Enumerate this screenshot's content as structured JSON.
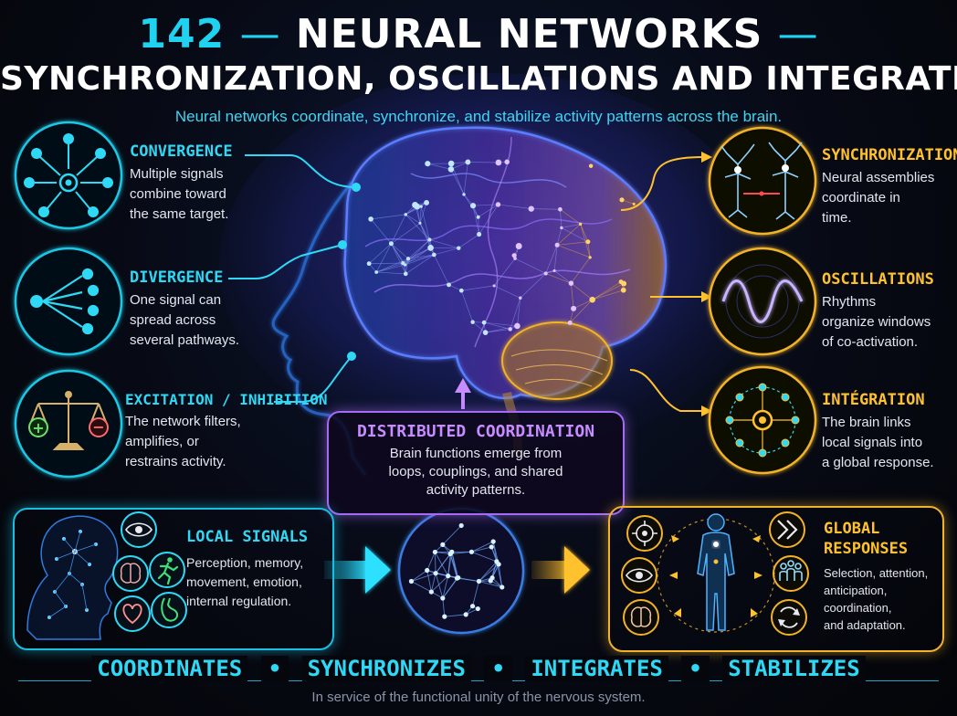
{
  "title": {
    "number": "142",
    "dash_left": "—",
    "main": "NEURAL NETWORKS",
    "dash_right": "—",
    "line2": "SYNCHRONIZATION, OSCILLATIONS AND INTEGRATION",
    "subtitle": "Neural networks coordinate, synchronize, and stabilize activity patterns across the brain."
  },
  "left_items": [
    {
      "title": "CONVERGENCE",
      "lines": [
        "Multiple signals",
        "combine toward",
        "the same target."
      ],
      "icon": "convergence-icon"
    },
    {
      "title": "DIVERGENCE",
      "lines": [
        "One signal can",
        "spread across",
        "several pathways."
      ],
      "icon": "divergence-icon"
    },
    {
      "title": "EXCITATION / INHIBITION",
      "lines": [
        "The network filters,",
        "amplifies, or",
        "restrains activity."
      ],
      "icon": "balance-scale-icon"
    }
  ],
  "right_items": [
    {
      "title": "SYNCHRONIZATION",
      "lines": [
        "Neural assemblies",
        "coordinate in",
        "time."
      ],
      "icon": "neurons-icon"
    },
    {
      "title": "OSCILLATIONS",
      "lines": [
        "Rhythms",
        "organize windows",
        "of co-activation."
      ],
      "icon": "wave-icon"
    },
    {
      "title": "INTÉGRATION",
      "lines": [
        "The brain links",
        "local signals into",
        "a global response."
      ],
      "icon": "network-hub-icon"
    }
  ],
  "center": {
    "title": "DISTRIBUTED COORDINATION",
    "lines": [
      "Brain functions emerge from",
      "loops, couplings, and shared",
      "activity patterns."
    ]
  },
  "local": {
    "title": "LOCAL SIGNALS",
    "lines": [
      "Perception, memory,",
      "movement, emotion,",
      "internal regulation."
    ],
    "icons": [
      "eye-icon",
      "brain-icon",
      "running-person-icon",
      "heart-icon",
      "stomach-icon"
    ]
  },
  "global": {
    "title_lines": [
      "GLOBAL",
      "RESPONSES"
    ],
    "lines": [
      "Selection, attention,",
      "anticipation,",
      "coordination,",
      "and adaptation."
    ],
    "icons": [
      "target-icon",
      "chevrons-icon",
      "eye-icon",
      "group-icon",
      "brain-icon",
      "cycle-icon"
    ]
  },
  "footer": {
    "words": [
      "COORDINATES",
      "SYNCHRONIZES",
      "INTEGRATES",
      "STABILIZES"
    ],
    "bullet": "•",
    "tagline": "In service of the functional unity of the nervous system."
  },
  "colors": {
    "cyan": "#2fd9f5",
    "gold": "#ffc12e",
    "violet": "#b07cff",
    "background": "#05070d"
  }
}
